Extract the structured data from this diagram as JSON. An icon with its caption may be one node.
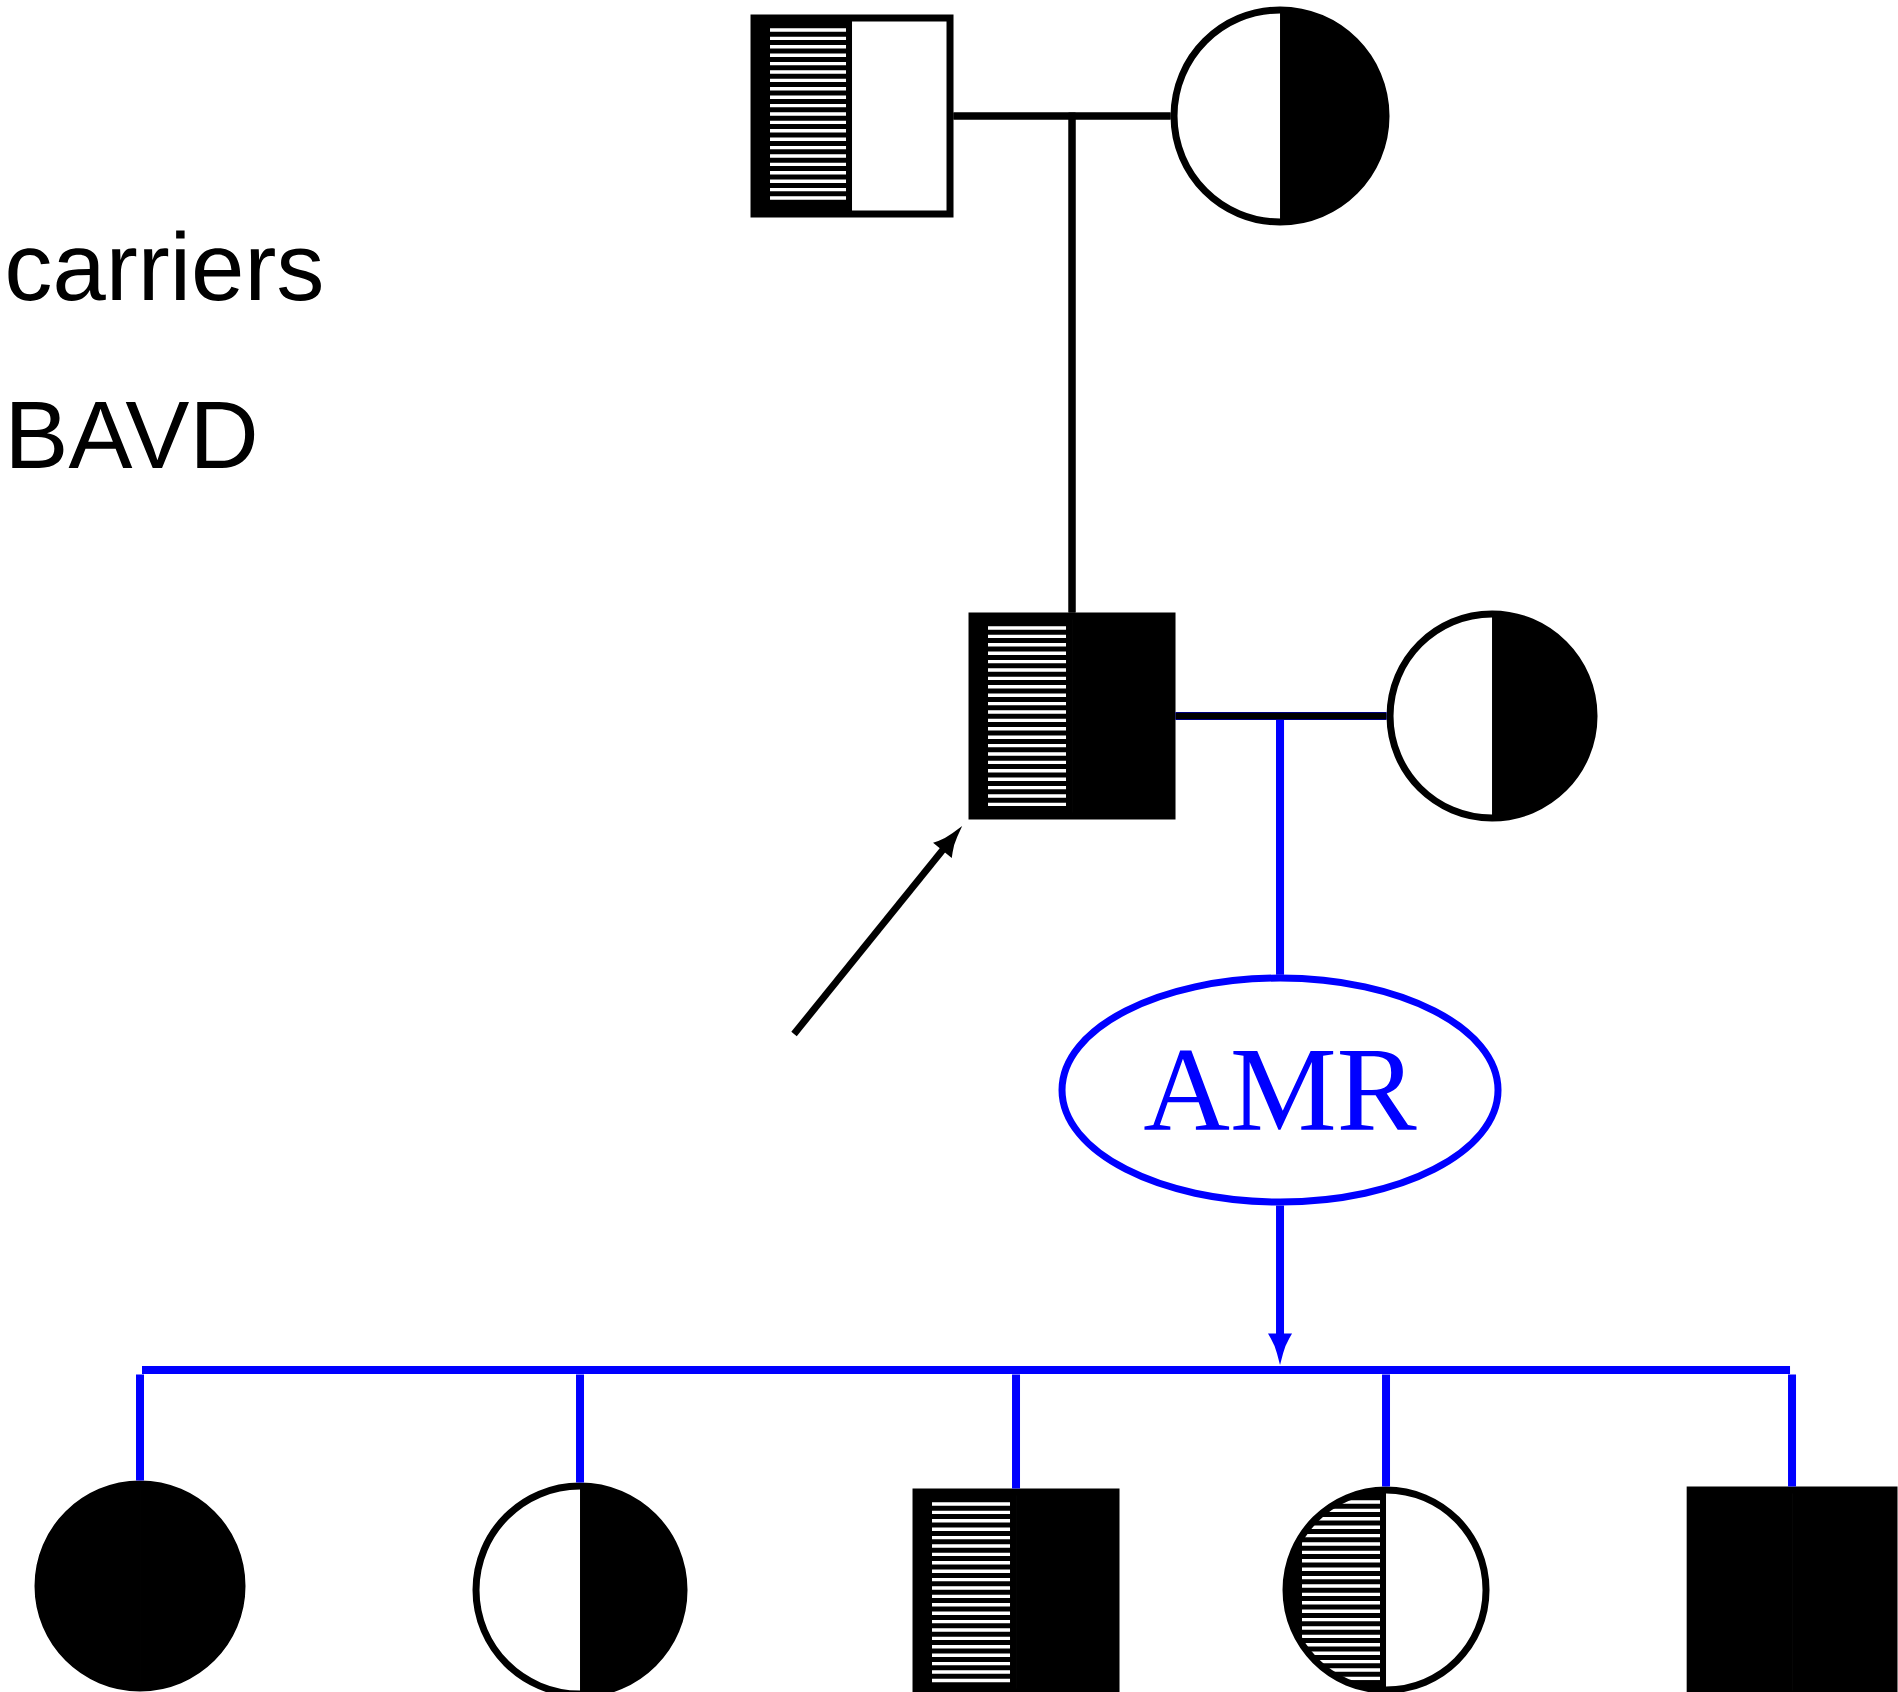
{
  "diagram": {
    "nodes": [
      {
        "text": [],
        "shape": "box"
      },
      {
        "text": [],
        "shape": "circle"
      },
      {
        "text": [],
        "shape": "box"
      },
      {
        "text": [],
        "shape": "circle"
      },
      {
        "text": [
          "AMR"
        ]
      },
      {
        "text": [],
        "shape": "bar"
      },
      {
        "text": [],
        "shape": "circle"
      },
      {
        "text": [],
        "shape": "circle"
      },
      {
        "text": [],
        "shape": "box"
      },
      {
        "text": [],
        "shape": "circle"
      },
      {
        "text": [],
        "shape": "box"
      }
    ],
    "edges": [
      {
        "from": 0,
        "to": 1,
        "arrow": "none",
        "color": "#000000"
      },
      {
        "from": 0,
        "to": 2,
        "arrow": "none",
        "color": "#000000"
      },
      {
        "from": 1,
        "to": 2,
        "arrow": "none",
        "color": "#000000"
      },
      {
        "from": 2,
        "to": 3,
        "arrow": "none",
        "color": "#000000"
      },
      {
        "from": 2,
        "to": 4,
        "arrow": "none",
        "color": "#0000ff"
      },
      {
        "from": 3,
        "to": 4,
        "arrow": "none",
        "color": "#0000ff"
      },
      {
        "from": 4,
        "to": 5,
        "arrow": "to",
        "color": "#0000ff"
      },
      {
        "from": 5,
        "to": 6,
        "arrow": "none",
        "color": "#0000ff"
      },
      {
        "from": 5,
        "to": 7,
        "arrow": "none",
        "color": "#0000ff"
      },
      {
        "from": 5,
        "to": 8,
        "arrow": "none",
        "color": "#0000ff"
      },
      {
        "from": 5,
        "to": 9,
        "arrow": "none",
        "color": "#0000ff"
      },
      {
        "from": 5,
        "to": 10,
        "arrow": "none",
        "color": "#0000ff"
      },
      {
        "from": null,
        "to": 2,
        "arrow": "to",
        "color": "#000000"
      }
    ],
    "labels": [
      "carriers",
      "BAVD"
    ]
  }
}
